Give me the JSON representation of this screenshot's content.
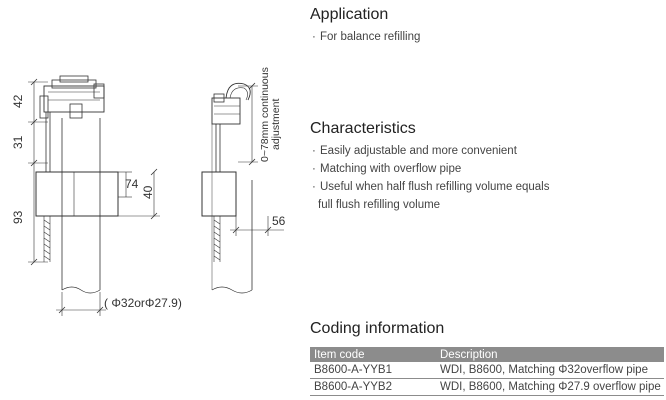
{
  "drawing": {
    "dim_42": "42",
    "dim_31": "31",
    "dim_93": "93",
    "dim_74": "74",
    "dim_40": "40",
    "dim_56": "56",
    "pipe_label": "( Φ32orΦ27.9)",
    "adjust_line1": "0~78mm continuous",
    "adjust_line2": "adjustment"
  },
  "application": {
    "title": "Application",
    "items": [
      "For balance refilling"
    ]
  },
  "characteristics": {
    "title": "Characteristics",
    "items": [
      "Easily adjustable and more convenient",
      "Matching with overflow pipe",
      "Useful when half flush refilling volume equals"
    ],
    "continuation": "full flush refilling volume"
  },
  "coding": {
    "title": "Coding information",
    "headers": [
      "Item code",
      "Description"
    ],
    "rows": [
      [
        "B8600-A-YYB1",
        "WDI, B8600, Matching Φ32overflow pipe"
      ],
      [
        "B8600-A-YYB2",
        "WDI, B8600, Matching Φ27.9 overflow pipe"
      ]
    ]
  },
  "bullet_char": "·"
}
